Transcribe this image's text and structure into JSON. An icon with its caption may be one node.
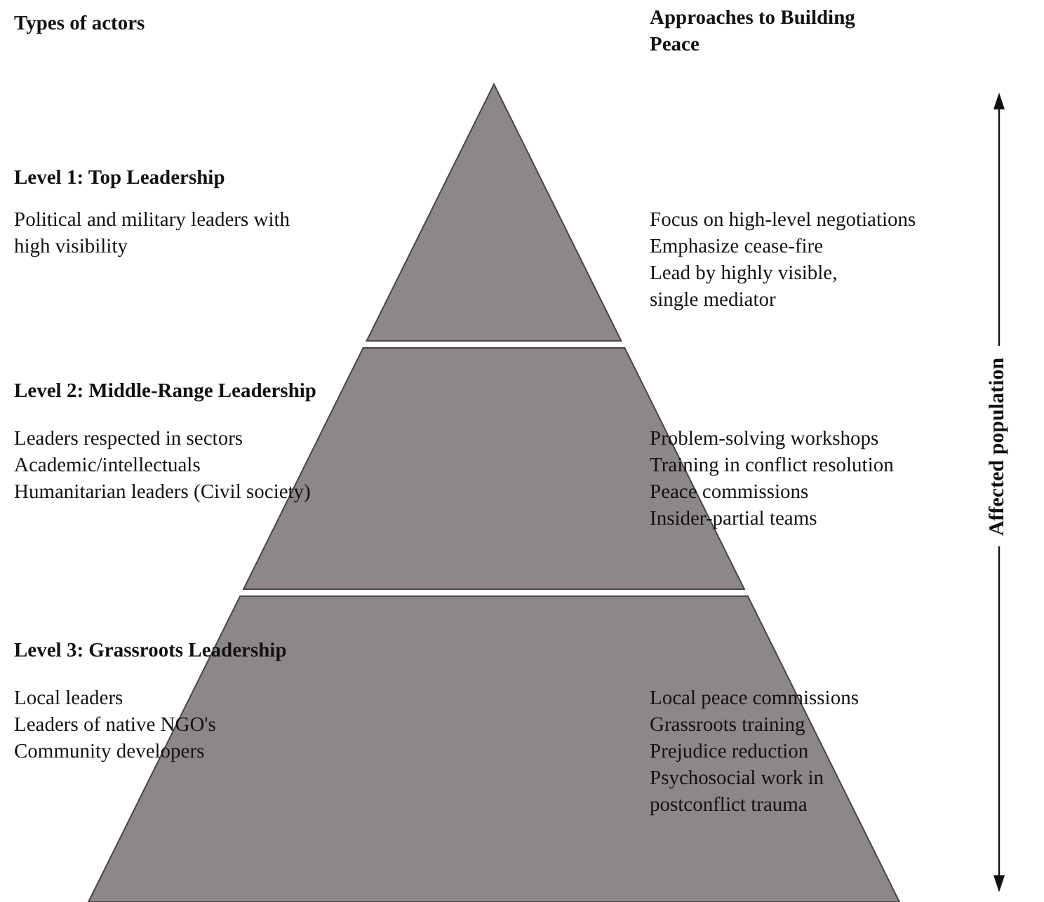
{
  "diagram": {
    "nodes": [
      {
        "text": [
          "Level 1: Top Leadership",
          "Political and military leaders with high visibility",
          "Focus on high-level negotiations",
          "Emphasize cease-fire",
          "Lead by highly visible, single mediator"
        ]
      },
      {
        "text": [
          "Level 2: Middle-Range Leadership",
          "Leaders respected in sectors",
          "Academic/intellectuals",
          "Humanitarian leaders (Civil society)",
          "Problem-solving workshops",
          "Training in conflict resolution",
          "Peace commissions",
          "Insider-partial teams"
        ]
      },
      {
        "text": [
          "Level 3: Grassroots Leadership",
          "Local leaders",
          "Leaders of native NGO's",
          "Community developers",
          "Local peace commissions",
          "Grassroots training",
          "Prejudice reduction",
          "Psychosocial work in postconflict trauma"
        ]
      }
    ],
    "edges": [],
    "labels": [
      "Types of actors",
      "Approaches to Building Peace",
      "Affected population"
    ]
  }
}
